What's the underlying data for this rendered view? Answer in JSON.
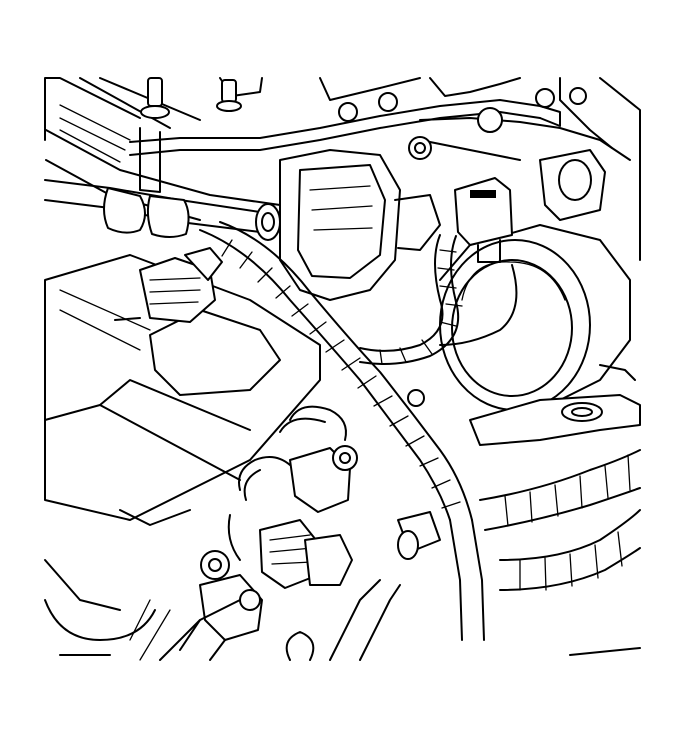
{
  "illustration": {
    "style": "black-and-white line drawing",
    "subject_components": [
      "engine-intake-manifold",
      "fuel-rail",
      "throttle-body",
      "wiring-harness",
      "electrical-connectors",
      "vacuum-hose",
      "mounting-bracket",
      "bolts"
    ],
    "colors": {
      "line": "#000000",
      "background": "#ffffff"
    }
  }
}
